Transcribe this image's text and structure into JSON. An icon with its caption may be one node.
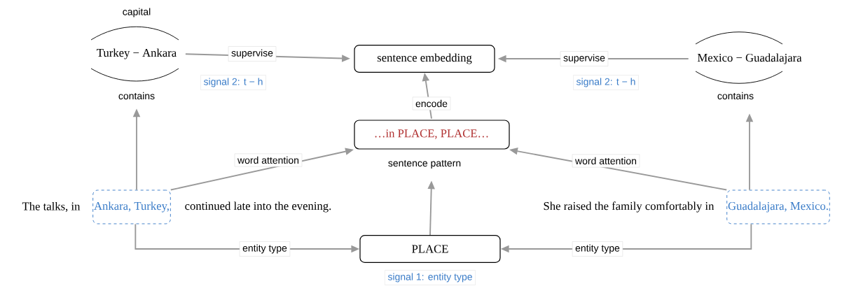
{
  "diagram": {
    "nodes": [
      {
        "text": [
          "Turkey − Ankara"
        ],
        "beside": [
          "capital",
          "contains"
        ]
      },
      {
        "text": [
          "sentence embedding"
        ]
      },
      {
        "text": [
          "Mexico − Guadalajara"
        ],
        "beside": [
          "contains"
        ]
      },
      {
        "text": [
          "…in PLACE, PLACE…"
        ],
        "beside": [
          "sentence pattern"
        ]
      },
      {
        "text": [
          "Ankara, Turkey,"
        ]
      },
      {
        "text": [
          "PLACE"
        ],
        "beside": [
          "signal 1: entity type"
        ]
      },
      {
        "text": [
          "Guadalajara, Mexico."
        ]
      }
    ],
    "edges": [
      {
        "from": 0,
        "to": 1,
        "arrow": "to",
        "label": "supervise"
      },
      {
        "from": 2,
        "to": 1,
        "arrow": "to",
        "label": "supervise"
      },
      {
        "from": 3,
        "to": 1,
        "arrow": "to",
        "label": "encode"
      },
      {
        "from": 4,
        "to": 0,
        "arrow": "to"
      },
      {
        "from": 4,
        "to": 3,
        "arrow": "to",
        "label": "word attention"
      },
      {
        "from": 4,
        "to": 5,
        "arrow": "to",
        "label": "entity type"
      },
      {
        "from": 5,
        "to": 3,
        "arrow": "to"
      },
      {
        "from": 6,
        "to": 2,
        "arrow": "to"
      },
      {
        "from": 6,
        "to": 3,
        "arrow": "to",
        "label": "word attention"
      },
      {
        "from": 6,
        "to": 5,
        "arrow": "to",
        "label": "entity type"
      }
    ],
    "labels": [
      "signal 2: t − h",
      "signal 2: t − h",
      "The talks, in",
      "continued late into the evening.",
      "She raised the family comfortably in"
    ]
  }
}
